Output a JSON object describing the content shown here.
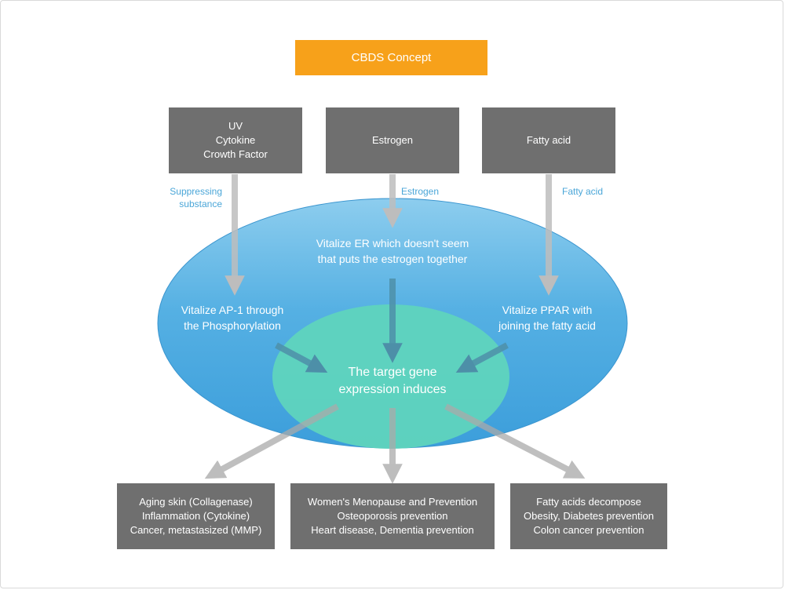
{
  "title": "CBDS Concept",
  "inputs": [
    {
      "text": "UV\nCytokine\nCrowth Factor"
    },
    {
      "text": "Estrogen"
    },
    {
      "text": "Fatty acid"
    }
  ],
  "arrow_labels": {
    "left": "Suppressing\nsubstance",
    "center": "Estrogen",
    "right": "Fatty acid"
  },
  "mechanisms": {
    "top": "Vitalize ER which doesn't seem\nthat puts the estrogen together",
    "left": "Vitalize AP-1 through\nthe Phosphorylation",
    "right": "Vitalize PPAR with\njoining the fatty acid"
  },
  "core": "The target gene\nexpression induces",
  "outputs": [
    {
      "text": "Aging skin (Collagenase)\nInflammation (Cytokine)\nCancer, metastasized (MMP)"
    },
    {
      "text": "Women's Menopause and Prevention\nOsteoporosis prevention\nHeart disease, Dementia prevention"
    },
    {
      "text": "Fatty acids decompose\nObesity, Diabetes prevention\nColon cancer prevention"
    }
  ],
  "colors": {
    "title_bg": "#f7a11a",
    "box_bg": "#6f6f6f",
    "outer_ellipse": "#4aa9e0",
    "inner_ellipse": "#5fd4bd",
    "arrow": "#bdbdbd",
    "label_blue": "#4aa6d8"
  }
}
